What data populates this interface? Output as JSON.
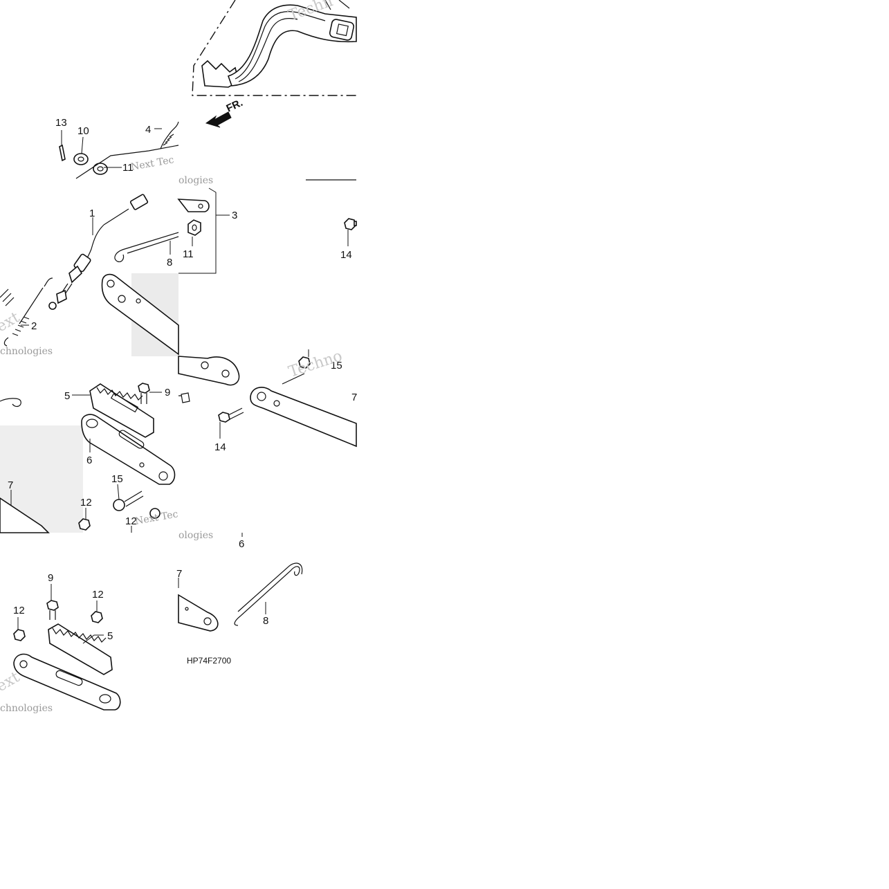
{
  "diagram": {
    "callouts": {
      "c13_tl": "13",
      "c10_tl": "10",
      "c4_tl": "4",
      "c11_tl": "11",
      "c1": "1",
      "c2": "2",
      "c3": "3",
      "c11_mid": "11",
      "c8_mid": "8",
      "c14_top": "14",
      "c5_left": "5",
      "c9_left": "9",
      "c6_left": "6",
      "c15_left": "15",
      "c7_left": "7",
      "c12_left": "12",
      "c12_mid": "12",
      "c15_right": "15",
      "c7_right": "7",
      "c14_right": "14",
      "c6_bottom": "6",
      "c9_bottom": "9",
      "c12_bl": "12",
      "c12_bm": "12",
      "c5_bottom": "5",
      "c7_bottom": "7",
      "c8_bottom": "8"
    },
    "direction_label": "FR.",
    "diagram_code": "HP74F2700",
    "watermarks": {
      "w1": "Techn",
      "w2": "Next Tec",
      "w3": "ologies",
      "w4": "ext",
      "w5": "chnologies",
      "w6": "Techno",
      "w7": "Next Tec",
      "w8": "ologies",
      "w9": "ext",
      "w10": "chnologies"
    }
  }
}
